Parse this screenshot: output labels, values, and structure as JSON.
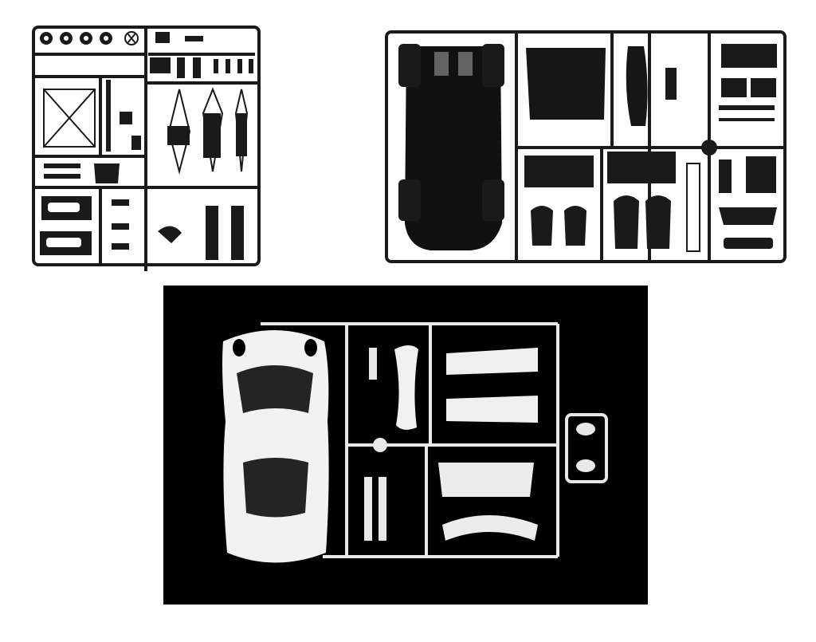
{
  "colors": {
    "background": "#ffffff",
    "black_plastic": "#1a1a1a",
    "white_plastic": "#f2f2f2",
    "dark_backdrop": "#000000"
  },
  "images": [
    {
      "subject": "black-plastic-sprue-small-parts"
    },
    {
      "subject": "black-plastic-sprue-chassis-interior"
    },
    {
      "subject": "white-plastic-sprue-car-body"
    }
  ]
}
